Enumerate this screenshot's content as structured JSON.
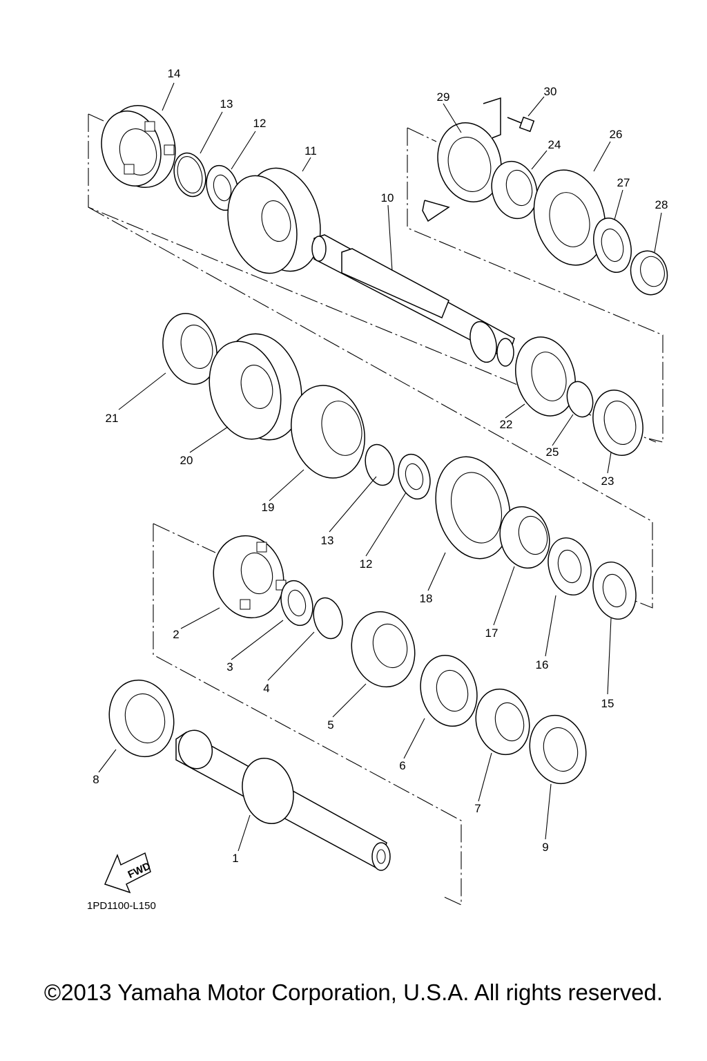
{
  "diagram": {
    "code": "1PD1100-L150",
    "fwd_label": "FWD",
    "callouts": [
      "1",
      "2",
      "3",
      "4",
      "5",
      "6",
      "7",
      "8",
      "9",
      "10",
      "11",
      "12",
      "13",
      "14",
      "15",
      "16",
      "17",
      "18",
      "19",
      "20",
      "21",
      "22",
      "23",
      "24",
      "25",
      "26",
      "27",
      "28",
      "29",
      "30",
      "12",
      "13"
    ]
  },
  "footer": {
    "copyright": "©2013 Yamaha Motor Corporation, U.S.A. All rights reserved."
  }
}
